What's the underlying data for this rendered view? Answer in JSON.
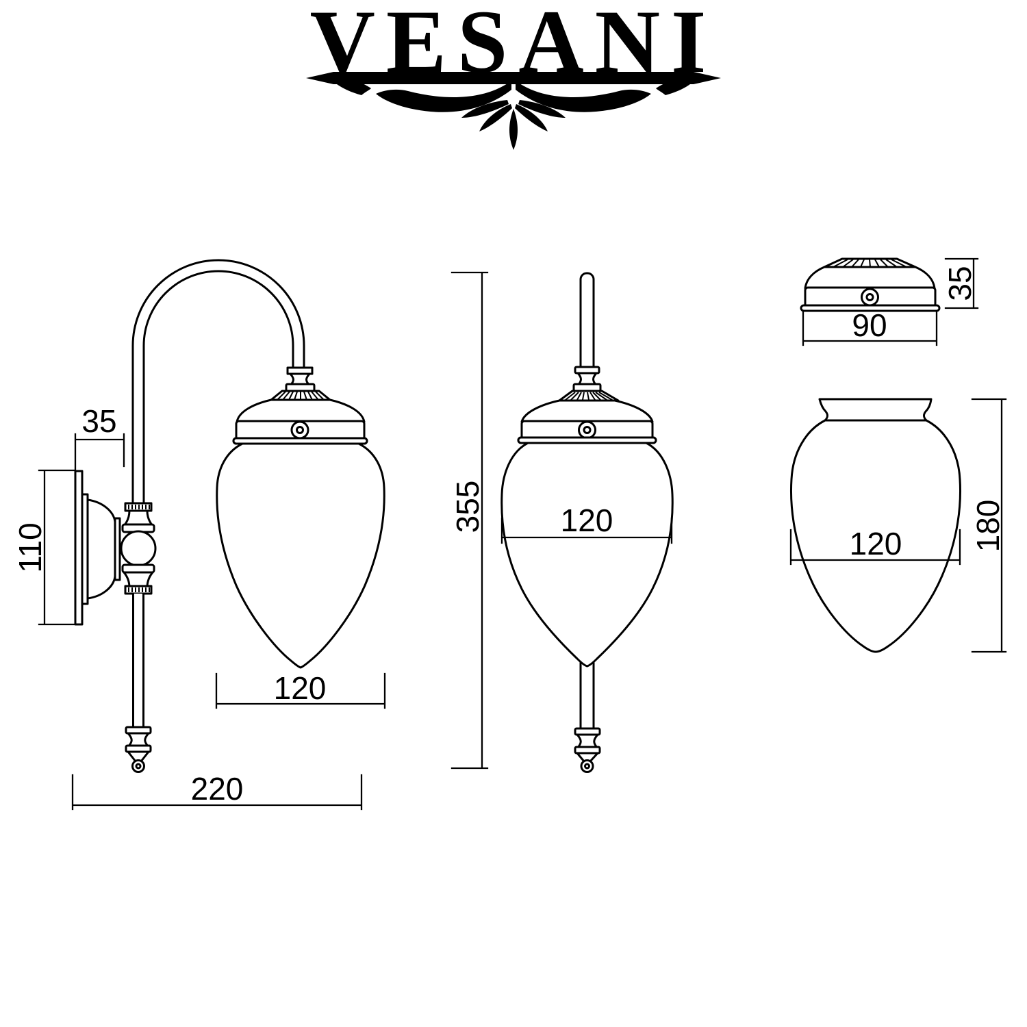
{
  "brand": {
    "name": "VESANI"
  },
  "dimensions": {
    "side_view": {
      "wall_plate_depth": "35",
      "wall_plate_height": "110",
      "shade_diameter": "120",
      "overall_projection": "220"
    },
    "front_view": {
      "overall_height": "355",
      "shade_diameter": "120"
    },
    "canopy_detail": {
      "diameter": "90",
      "height": "35"
    },
    "shade_detail": {
      "diameter": "120",
      "height": "180"
    }
  },
  "colors": {
    "line": "#000000",
    "background": "#ffffff"
  }
}
